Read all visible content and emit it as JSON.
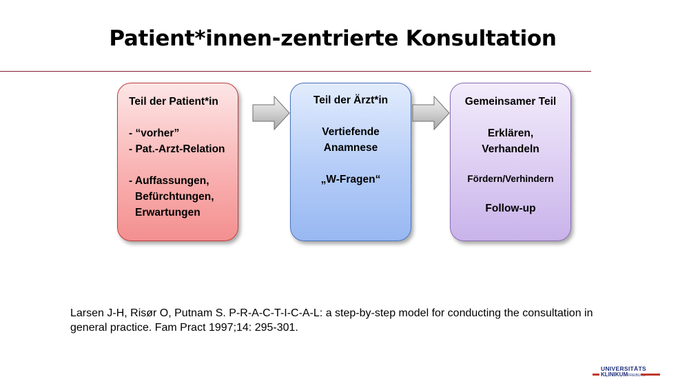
{
  "slide": {
    "title": "Patient*innen-zentrierte Konsultation"
  },
  "boxes": {
    "patient": {
      "heading": "Teil der Patient*in",
      "items": [
        "- “vorher”",
        "- Pat.-Arzt-Relation",
        "- Auffassungen,",
        "Befürchtungen,",
        "Erwartungen"
      ],
      "color": "#f4a0a0"
    },
    "doctor": {
      "heading": "Teil der Ärzt*in",
      "lines": [
        "Vertiefende",
        "Anamnese",
        "„W-Fragen“"
      ],
      "color": "#a8c4f5"
    },
    "shared": {
      "heading": "Gemeinsamer Teil",
      "lines": [
        "Erklären,",
        "Verhandeln",
        "Fördern/Verhindern",
        "Follow-up"
      ],
      "color": "#d4c2ef"
    }
  },
  "reference": {
    "text": "Larsen J-H, Risør O, Putnam S. P-R-A-C-T-I-C-A-L: a step-by-step model for conducting the consultation in general practice. Fam Pract 1997;14: 295-301."
  },
  "logo": {
    "line1": "UNIVERSITÄTS",
    "line2": "KLINIKUM",
    "line2_small": "FREIBURG",
    "color": "#1f2f7a",
    "accent": "#c0392b"
  }
}
